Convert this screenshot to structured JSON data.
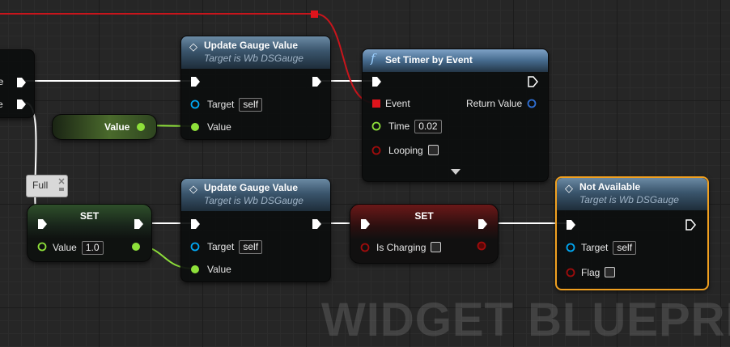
{
  "watermark": "WIDGET BLUEPRINT",
  "colors": {
    "exec": "#ffffff",
    "event_delegate": "#e0141c",
    "float": "#8ee03a",
    "object": "#00a8f4",
    "bool": "#8c0a0a",
    "selected_outline": "#f0a020"
  },
  "left_node": {
    "pin_true_label": "ue",
    "pin_false_label": "se"
  },
  "value_getter": {
    "label": "Value"
  },
  "comment_badge": {
    "label": "Full"
  },
  "gauge_update_1": {
    "title": "Update Gauge Value",
    "subtitle": "Target is Wb DSGauge",
    "icon": "function-diamond-icon",
    "target_label": "Target",
    "target_value": "self",
    "value_label": "Value"
  },
  "set_timer": {
    "title": "Set Timer by Event",
    "icon": "function-f-icon",
    "event_label": "Event",
    "return_label": "Return Value",
    "time_label": "Time",
    "time_value": "0.02",
    "looping_label": "Looping",
    "looping_checked": false
  },
  "set_value": {
    "title": "SET",
    "value_label": "Value",
    "value_input": "1.0"
  },
  "gauge_update_2": {
    "title": "Update Gauge Value",
    "subtitle": "Target is Wb DSGauge",
    "target_label": "Target",
    "target_value": "self",
    "value_label": "Value"
  },
  "set_charging": {
    "title": "SET",
    "field_label": "Is Charging",
    "field_checked": false
  },
  "not_available": {
    "title": "Not Available",
    "subtitle": "Target is Wb DSGauge",
    "target_label": "Target",
    "target_value": "self",
    "flag_label": "Flag",
    "flag_checked": false
  }
}
